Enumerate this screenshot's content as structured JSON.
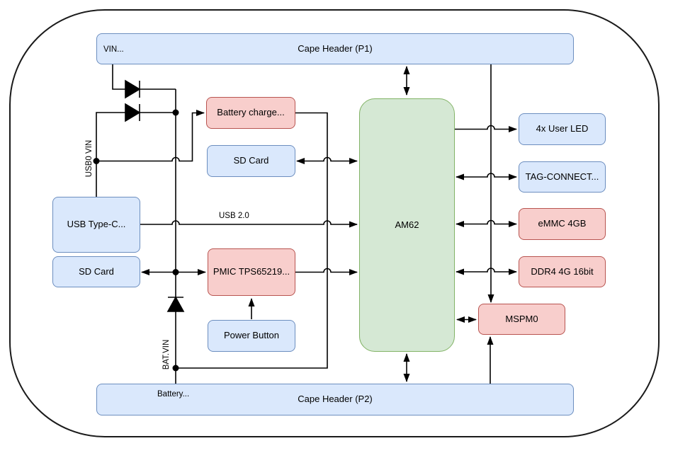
{
  "diagram": {
    "boxes": {
      "cape_header_p1": {
        "label": "Cape Header (P1)"
      },
      "battery_charger": {
        "label": "Battery charge..."
      },
      "sd_card_top": {
        "label": "SD Card"
      },
      "usb_type_c": {
        "label": "USB Type-C..."
      },
      "sd_card_left": {
        "label": "SD Card"
      },
      "pmic": {
        "label": "PMIC TPS65219..."
      },
      "power_button": {
        "label": "Power Button"
      },
      "am62": {
        "label": "AM62"
      },
      "user_led": {
        "label": "4x User LED"
      },
      "tag_connect": {
        "label": "TAG-CONNECT..."
      },
      "emmc": {
        "label": "eMMC 4GB"
      },
      "ddr4": {
        "label": "DDR4 4G 16bit"
      },
      "mspm0": {
        "label": "MSPM0"
      },
      "cape_header_p2": {
        "label": "Cape Header (P2)"
      }
    },
    "wire_labels": {
      "vin": "VIN...",
      "usb0_vin": "USB0 VIN",
      "usb_2_0": "USB 2.0",
      "bat_vin": "BAT.VIN",
      "battery": "Battery..."
    },
    "colors": {
      "blue_fill": "#dae8fc",
      "blue_stroke": "#6c8ebf",
      "red_fill": "#f8cecc",
      "red_stroke": "#b85450",
      "green_fill": "#d5e8d4",
      "green_stroke": "#82b366",
      "line": "#000000"
    }
  }
}
